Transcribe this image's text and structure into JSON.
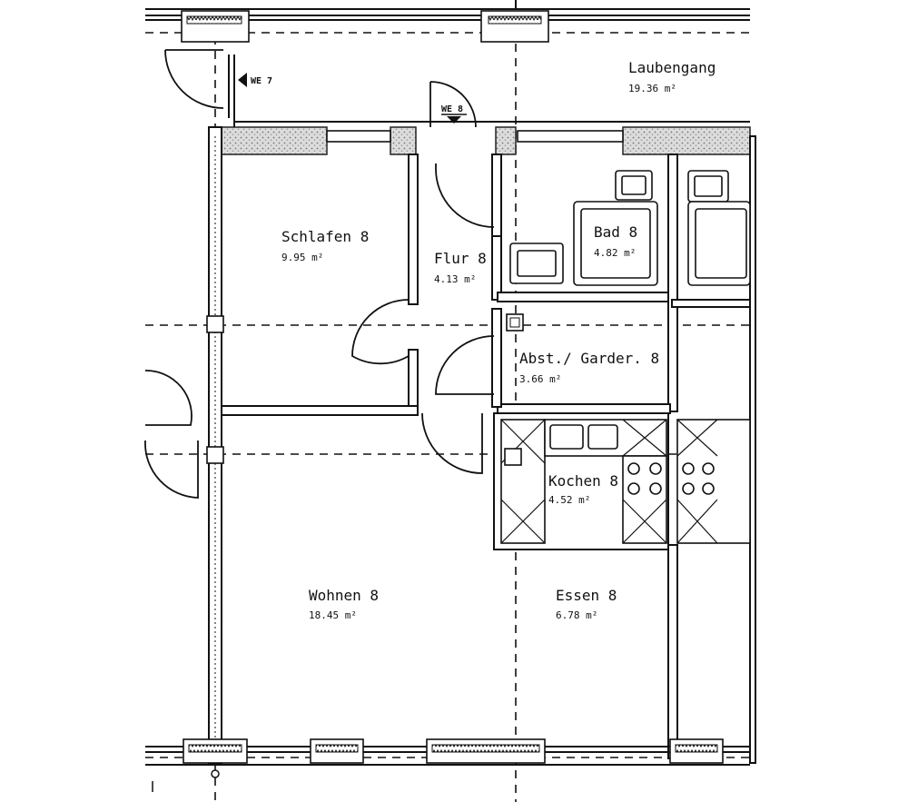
{
  "rooms": {
    "laubengang": {
      "name": "Laubengang",
      "area": "19.36 m²"
    },
    "schlafen": {
      "name": "Schlafen 8",
      "area": "9.95 m²"
    },
    "flur": {
      "name": "Flur 8",
      "area": "4.13 m²"
    },
    "bad": {
      "name": "Bad 8",
      "area": "4.82 m²"
    },
    "abst": {
      "name": "Abst./ Garder. 8",
      "area": "3.66 m²"
    },
    "kochen": {
      "name": "Kochen 8",
      "area": "4.52 m²"
    },
    "wohnen": {
      "name": "Wohnen 8",
      "area": "18.45 m²"
    },
    "essen": {
      "name": "Essen 8",
      "area": "6.78 m²"
    }
  },
  "entrances": {
    "we7": "WE 7",
    "we8": "WE 8"
  }
}
